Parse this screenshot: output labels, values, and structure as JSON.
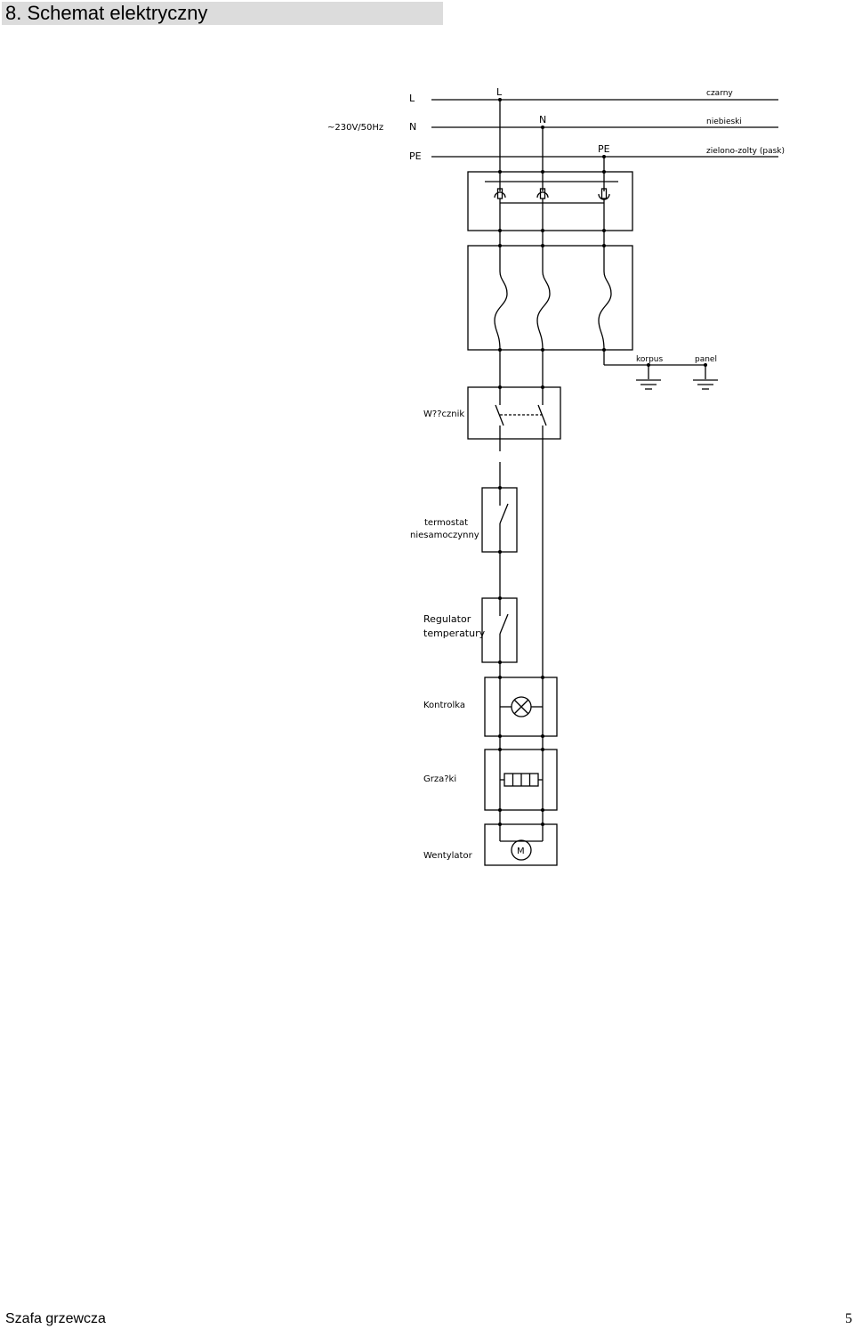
{
  "header": {
    "title": "8. Schemat elektryczny"
  },
  "supply": {
    "voltage_label": "~230V/50Hz",
    "left_labels": {
      "L": "L",
      "N": "N",
      "PE": "PE"
    },
    "bus_labels": {
      "L": "L",
      "N": "N",
      "PE": "PE"
    },
    "wire_colors": {
      "L": "czarny",
      "N": "niebieski",
      "PE": "zielono-zolty (pask)"
    }
  },
  "ground": {
    "korpus": "korpus",
    "panel": "panel"
  },
  "components": {
    "switch": "W??cznik",
    "thermostat_line1": "termostat",
    "thermostat_line2": "niesamoczynny",
    "regulator_line1": "Regulator",
    "regulator_line2": "temperatury",
    "lamp": "Kontrolka",
    "heaters": "Grza?ki",
    "fan": "Wentylator",
    "motor_symbol": "M"
  },
  "footer": {
    "product": "Szafa grzewcza",
    "page": "5"
  }
}
